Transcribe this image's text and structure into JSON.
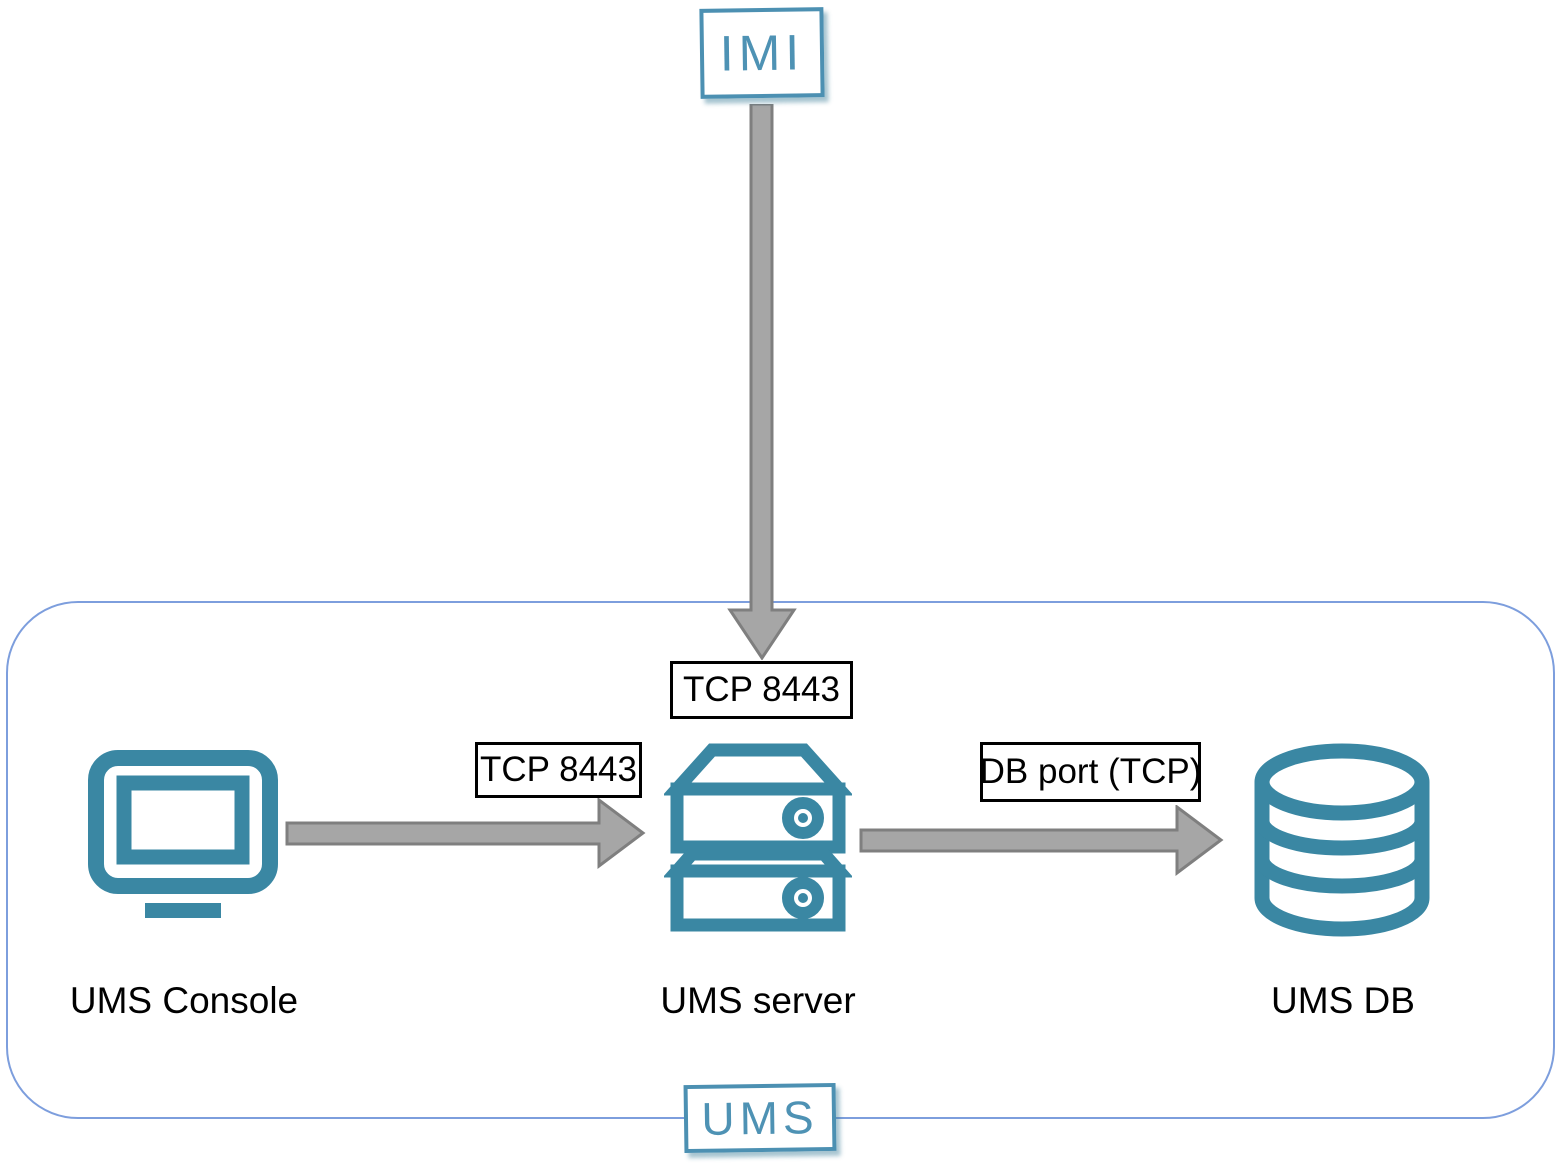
{
  "diagram": {
    "title_tags": {
      "imi": "IMI",
      "ums": "UMS"
    },
    "nodes": [
      {
        "id": "console",
        "label": "UMS Console",
        "icon": "monitor-icon"
      },
      {
        "id": "server",
        "label": "UMS server",
        "icon": "server-icon"
      },
      {
        "id": "db",
        "label": "UMS DB",
        "icon": "database-icon"
      }
    ],
    "connections": [
      {
        "from": "IMI",
        "to": "UMS server",
        "port_label": "TCP 8443"
      },
      {
        "from": "UMS Console",
        "to": "UMS server",
        "port_label": "TCP 8443"
      },
      {
        "from": "UMS server",
        "to": "UMS DB",
        "port_label": "DB port (TCP)"
      }
    ],
    "port_labels": {
      "imi_to_server": "TCP 8443",
      "console_to_server": "TCP 8443",
      "server_to_db": "DB port (TCP)"
    },
    "colors": {
      "icon_teal": "#3a87a3",
      "tag_teal": "#4c90b2",
      "boundary_border": "#7d9edd",
      "arrow_fill": "#a6a6a6",
      "arrow_stroke": "#7f7f7f",
      "label_border": "#000000",
      "text": "#000000"
    }
  }
}
